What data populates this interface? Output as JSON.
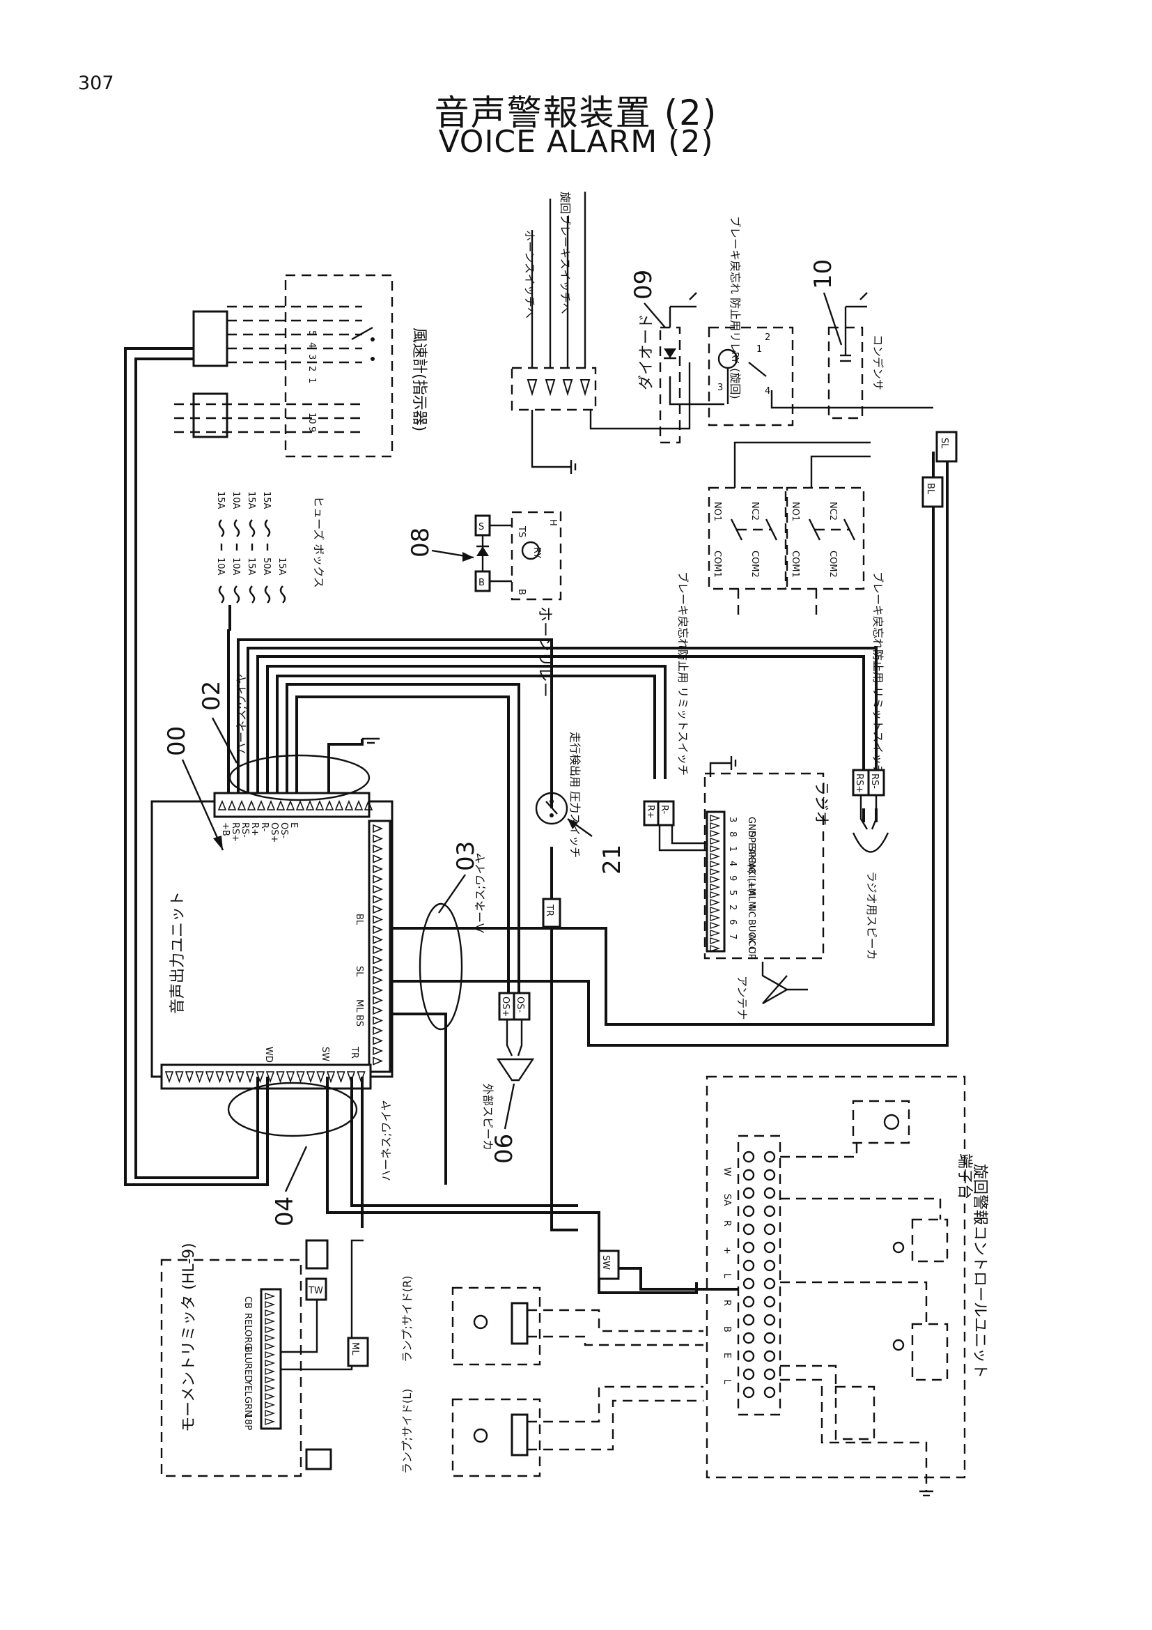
{
  "page_number": "307",
  "title_jp": "音声警報装置 (2)",
  "title_en": "VOICE ALARM (2)",
  "callouts": [
    "00",
    "02",
    "03",
    "04",
    "06",
    "08",
    "09",
    "10",
    "21"
  ],
  "labels": {
    "voice_unit": "音声出力ユニット",
    "harness_02": "ハーネス;ワイヤ",
    "harness_03": "ハーネス;ワイヤ",
    "harness_04": "ハーネス;ワイヤ",
    "anemometer": "風速計(指示器)",
    "fuse_box": "ヒューズ ボックス",
    "horn_switch_to": "ホーンスイッチへ",
    "swing_brake_to": "旋回ブレーキスイッチへ",
    "horn_relay": "ホーンリレー",
    "diode": "ダイオード",
    "brake_relay": "ブレーキ戻忘れ 防止用リレー (旋回)",
    "condenser": "コンデンサ",
    "brake_limit_1": "ブレーキ戻忘れ防止用 リミットスイッチ",
    "brake_limit_2": "ブレーキ戻忘れ防止用 リミットスイッチ",
    "pressure_switch": "走行検出用 圧力スイッチ",
    "radio": "ラジオ",
    "radio_speaker": "ラジオ用スピーカ",
    "antenna": "アンテナ",
    "ext_speaker": "外部スピーカ",
    "moment_limiter": "モーメントリミッタ (HL-9)",
    "lamp_side_r": "ランプ;サイド(R)",
    "lamp_side_l": "ランプ;サイド(L)",
    "terminal_block": "端子台",
    "swing_alarm_unit": "旋回警報コントロールユニット"
  },
  "connector_tags": {
    "rs_plus": "RS+",
    "rs_minus": "RS-",
    "r_plus": "R+",
    "r_minus": "R-",
    "os_plus": "OS+",
    "os_minus": "OS-",
    "bl": "BL",
    "sl": "SL",
    "tr": "TR",
    "sw": "SW",
    "ml": "ML",
    "tw": "TW",
    "b": "B",
    "s": "S"
  },
  "top_pins": [
    "+B",
    "RS+",
    "RS-",
    "R+",
    "R-",
    "OS+",
    "OS-",
    "E"
  ],
  "side_pins": [
    "BL",
    "SL",
    "ML",
    "BS"
  ],
  "bottom_pins": [
    "WD",
    "SW",
    "TR"
  ],
  "radio_pins": [
    "GND",
    "SPEAK.(-)",
    "SPEAK.(+)",
    "NC",
    "ILLMI",
    "ALM",
    "NC",
    "BUCK UP",
    "ACC"
  ],
  "radio_pin_numbers": [
    "3",
    "8",
    "1",
    "4",
    "9",
    "5",
    "2",
    "6",
    "7"
  ],
  "fuses_row1": [
    "15A",
    "10A",
    "15A",
    "15A"
  ],
  "fuses_row2": [
    "10A",
    "10A",
    "15A",
    "50A",
    "15A"
  ],
  "limit_switch_pins": [
    "NO1",
    "NC2",
    "COM1",
    "COM2"
  ],
  "relay_pins": [
    "RY",
    "1",
    "2",
    "3",
    "4"
  ],
  "horn_relay_pins": [
    "TS",
    "B",
    "H",
    "RY"
  ],
  "anemometer_pins": [
    "5",
    "4",
    "3",
    "2",
    "1",
    "10",
    "9"
  ],
  "moment_pins": [
    "CB",
    "REL",
    "ORG",
    "BLU",
    "RED",
    "YEL",
    "GRN",
    "18P"
  ],
  "terminal_marks": [
    "W",
    "SA",
    "R",
    "+",
    "L",
    "R",
    "B",
    "E",
    "L"
  ]
}
